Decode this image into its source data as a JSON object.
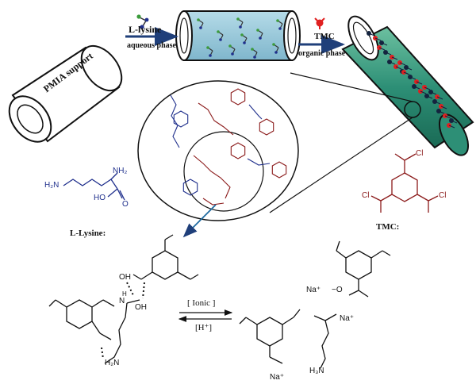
{
  "tubes": {
    "pmia_label": "PMIA support"
  },
  "steps": {
    "lysine_label": "L-lysine",
    "aqueous_label": "aqueous phase",
    "tmc_label": "TMC",
    "organic_label": "organic phase"
  },
  "left_molecule": {
    "h2n": "H₂N",
    "nh2": "NH₂",
    "ho": "HO",
    "o": "O",
    "caption": "L-Lysine:"
  },
  "right_molecule": {
    "cl_top": "Cl",
    "cl_left": "Cl",
    "cl_right": "Cl",
    "caption": "TMC:"
  },
  "reaction": {
    "ionic_label": "[ Ionic ]",
    "hplus_label": "[H⁺]",
    "na1": "Na⁺",
    "na2": "Na⁺",
    "na3": "Na⁺",
    "h2n": "H₂N",
    "h3n": "H₃N",
    "oh": "OH",
    "oh2": "OH",
    "o_minus": "−O",
    "n": "N",
    "h": "H"
  },
  "colors": {
    "blue_molecule": "#1f2f8c",
    "red_molecule": "#8b1a1a",
    "tube_aqueous": "#8fc1d6",
    "tube_organic": "#2d8f76",
    "arrow": "#1f3f7a"
  }
}
